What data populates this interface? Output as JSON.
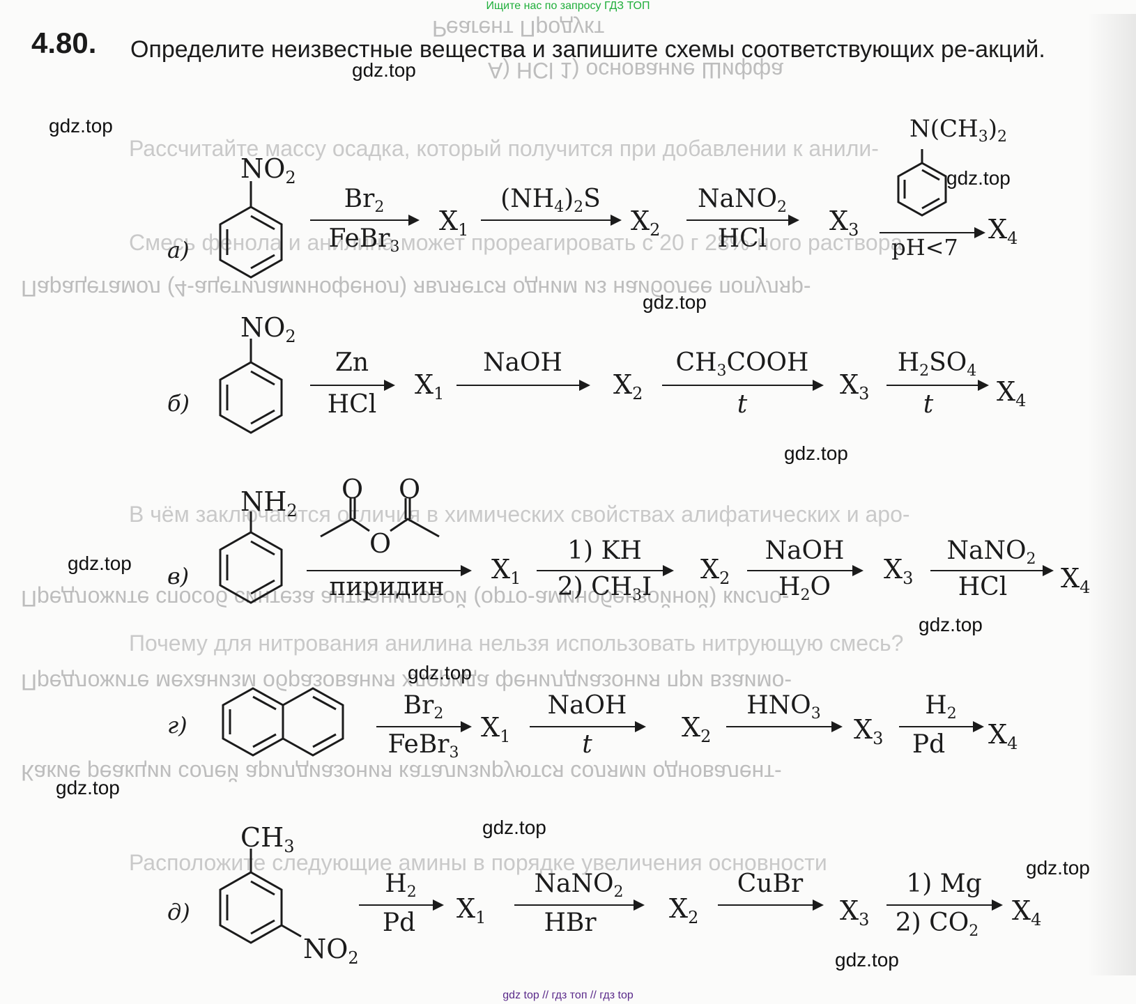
{
  "banners": {
    "top": "Ищите нас по запросу ГДЗ ТОП",
    "bottom": "gdz top  //  гдз топ  //  гдз top"
  },
  "problem": {
    "number": "4.80.",
    "text": "Определите неизвестные вещества и запишите схемы соответствующих ре-акций."
  },
  "watermark": "gdz.top",
  "labels": [
    "а)",
    "б)",
    "в)",
    "г)",
    "д)"
  ],
  "schemes": {
    "a": {
      "start_group": "NO",
      "start_sub": "2",
      "s1_top": "Br",
      "s1_top_sub": "2",
      "s1_bot": "FeBr",
      "s1_bot_sub": "3",
      "x1": "X",
      "x1_sub": "1",
      "s2_top_a": "(NH",
      "s2_top_sub1": "4",
      "s2_top_b": ")",
      "s2_top_sub2": "2",
      "s2_top_c": "S",
      "x2": "X",
      "x2_sub": "2",
      "s3_top": "NaNO",
      "s3_top_sub": "2",
      "s3_bot": "HCl",
      "x3": "X",
      "x3_sub": "3",
      "reagent": "N(CH",
      "reagent_sub1": "3",
      "reagent_close": ")",
      "reagent_sub2": "2",
      "s4_bot": "pH<7",
      "x4": "X",
      "x4_sub": "4"
    },
    "b": {
      "start_group": "NO",
      "start_sub": "2",
      "s1_top": "Zn",
      "s1_bot": "HCl",
      "x1": "X",
      "x1_sub": "1",
      "s2_top": "NaOH",
      "x2": "X",
      "x2_sub": "2",
      "s3_top_a": "CH",
      "s3_top_sub": "3",
      "s3_top_b": "COOH",
      "s3_bot": "t",
      "x3": "X",
      "x3_sub": "3",
      "s4_top_a": "H",
      "s4_top_sub1": "2",
      "s4_top_b": "SO",
      "s4_top_sub2": "4",
      "s4_bot": "t",
      "x4": "X",
      "x4_sub": "4"
    },
    "v": {
      "start_group": "NH",
      "start_sub": "2",
      "anhydride_o1": "O",
      "anhydride_o2": "O",
      "anhydride_o3": "O",
      "s1_bot": "пиридин",
      "x1": "X",
      "x1_sub": "1",
      "s2_top": "1) KH",
      "s2_bot_a": "2) CH",
      "s2_bot_sub": "3",
      "s2_bot_b": "I",
      "x2": "X",
      "x2_sub": "2",
      "s3_top": "NaOH",
      "s3_bot_a": "H",
      "s3_bot_sub": "2",
      "s3_bot_b": "O",
      "x3": "X",
      "x3_sub": "3",
      "s4_top": "NaNO",
      "s4_top_sub": "2",
      "s4_bot": "HCl",
      "x4": "X",
      "x4_sub": "4"
    },
    "g": {
      "s1_top": "Br",
      "s1_top_sub": "2",
      "s1_bot": "FeBr",
      "s1_bot_sub": "3",
      "x1": "X",
      "x1_sub": "1",
      "s2_top": "NaOH",
      "s2_bot": "t",
      "x2": "X",
      "x2_sub": "2",
      "s3_top": "HNO",
      "s3_top_sub": "3",
      "x3": "X",
      "x3_sub": "3",
      "s4_top": "H",
      "s4_top_sub": "2",
      "s4_bot": "Pd",
      "x4": "X",
      "x4_sub": "4"
    },
    "d": {
      "start_group": "CH",
      "start_sub": "3",
      "second_group": "NO",
      "second_sub": "2",
      "s1_top": "H",
      "s1_top_sub": "2",
      "s1_bot": "Pd",
      "x1": "X",
      "x1_sub": "1",
      "s2_top": "NaNO",
      "s2_top_sub": "2",
      "s2_bot": "HBr",
      "x2": "X",
      "x2_sub": "2",
      "s3_top": "CuBr",
      "x3": "X",
      "x3_sub": "3",
      "s4_top": "1) Mg",
      "s4_bot_a": "2) CO",
      "s4_bot_sub": "2",
      "x4": "X",
      "x4_sub": "4"
    }
  },
  "ghost_text": {
    "l1": "Реагент                    Продукт",
    "l2": "А) HCl          1) основание Шиффа",
    "l3": "Рассчитайте массу осадка, который получится при добавлении к анили-",
    "l4": "Смесь фенола и анилина может прореагировать с 20 г 28%-ного раствора",
    "l5": "Парацетамол (4-ацетиламинофенол) является одним из наиболее популяр-",
    "l6": "В чём заключаются отличия в химических свойствах алифатических и аро-",
    "l7": "Предложите способ синтеза антраниловой (орто-аминобензойной) кисло-",
    "l8": "Почему для нитрования анилина нельзя использовать нитрующую смесь?",
    "l9": "Предложите механизм образования хлорида фенилдиазония при взаимо-",
    "l10": "Какие реакции солей арилдиазония катализируются солями одновалент-",
    "l11": "Расположите следующие амины в порядке увеличения основности"
  }
}
